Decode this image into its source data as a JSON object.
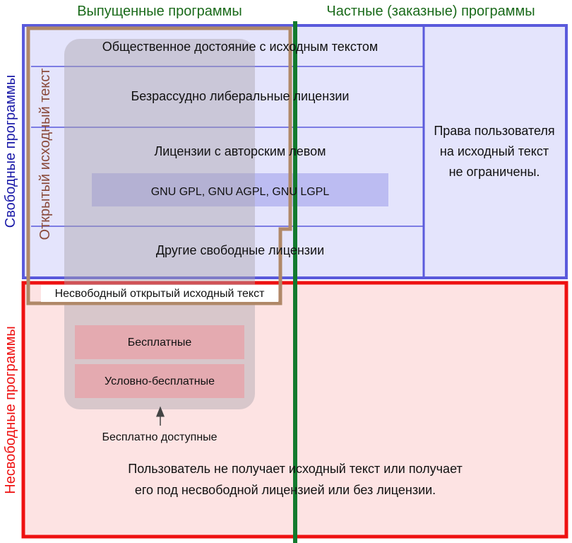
{
  "columns": {
    "released": "Выпущенные программы",
    "private": "Частные (заказные) программы"
  },
  "rows": {
    "free": "Свободные программы",
    "nonfree": "Несвободные программы"
  },
  "open_source_label": "Открытый исходный текст",
  "free_categories": {
    "public_domain": "Общественное достояние с исходным текстом",
    "permissive": "Безрассудно либеральные лицензии",
    "copyleft": "Лицензии с авторским левом",
    "gnu": "GNU GPL, GNU AGPL, GNU LGPL",
    "other": "Другие свободные лицензии"
  },
  "user_rights": [
    "Права пользователя",
    "на исходный текст",
    "не ограничены."
  ],
  "nonfree_open_source": "Несвободный открытый исходный текст",
  "freeware": "Бесплатные",
  "shareware": "Условно-бесплатные",
  "gratis": "Бесплатно доступные",
  "nonfree_note": [
    "Пользователь не получает исходный текст или получает",
    "его под несвободной лицензией или без лицензии."
  ],
  "colors": {
    "free_fill": "#e4e4fc",
    "free_border": "#5a5adc",
    "nonfree_fill": "#fde3e3",
    "nonfree_border": "#ee1111",
    "open_source_border": "#b08868",
    "divider_green": "#127a2e",
    "gratis_fill": "#b8b2bc",
    "gnu_fill": "#bcbcf2",
    "freeware_fill": "#e4aab0",
    "column_header_text": "#1a6a1a",
    "free_row_text": "#1a1aa8",
    "nonfree_row_text": "#ee1111",
    "open_source_text": "#8a4a3a"
  }
}
